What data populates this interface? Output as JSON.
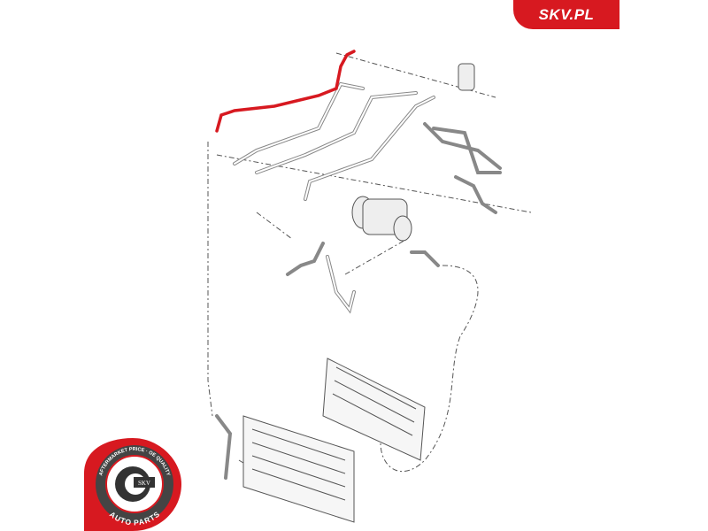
{
  "brand": {
    "banner_text": "SKV.PL",
    "color": "#d71920"
  },
  "logo": {
    "ring_top": "AFTERMARKET PRICE · OE QUALITY",
    "center": "SKV",
    "ring_bottom": "AUTO PARTS"
  },
  "diagram": {
    "highlight_color": "#d71920",
    "line_color": "#777777"
  }
}
